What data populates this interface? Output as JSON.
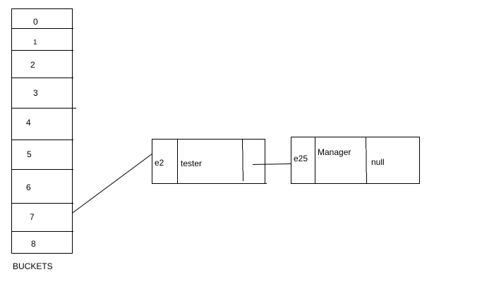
{
  "buckets": {
    "labels": [
      "0",
      "1",
      "2",
      "3",
      "4",
      "5",
      "6",
      "7",
      "8"
    ],
    "caption": "BUCKETS"
  },
  "nodes": [
    {
      "key": "e2",
      "value": "tester",
      "next": ""
    },
    {
      "key": "e25",
      "value": "Manager",
      "next": "null"
    }
  ],
  "colors": {
    "line": "#000000",
    "background": "#ffffff"
  }
}
